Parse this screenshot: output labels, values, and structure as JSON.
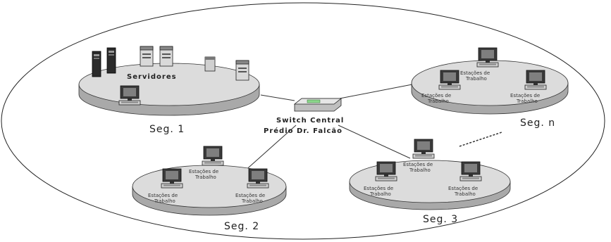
{
  "diagram": {
    "servers_label": "Servidores",
    "switch_label_line1": "Switch Central",
    "switch_label_line2": "Prédio Dr. Falcão",
    "workstation_label_line1": "Estações de",
    "workstation_label_line2": "Trabalho",
    "segments": [
      {
        "id": "seg1",
        "label": "Seg. 1"
      },
      {
        "id": "seg2",
        "label": "Seg. 2"
      },
      {
        "id": "seg3",
        "label": "Seg. 3"
      },
      {
        "id": "segn",
        "label": "Seg. n"
      }
    ],
    "colors": {
      "disc_top": "#dcdcdc",
      "disc_side": "#a9a9a9",
      "outline": "#333333",
      "switch_green": "#8cd88c"
    }
  }
}
